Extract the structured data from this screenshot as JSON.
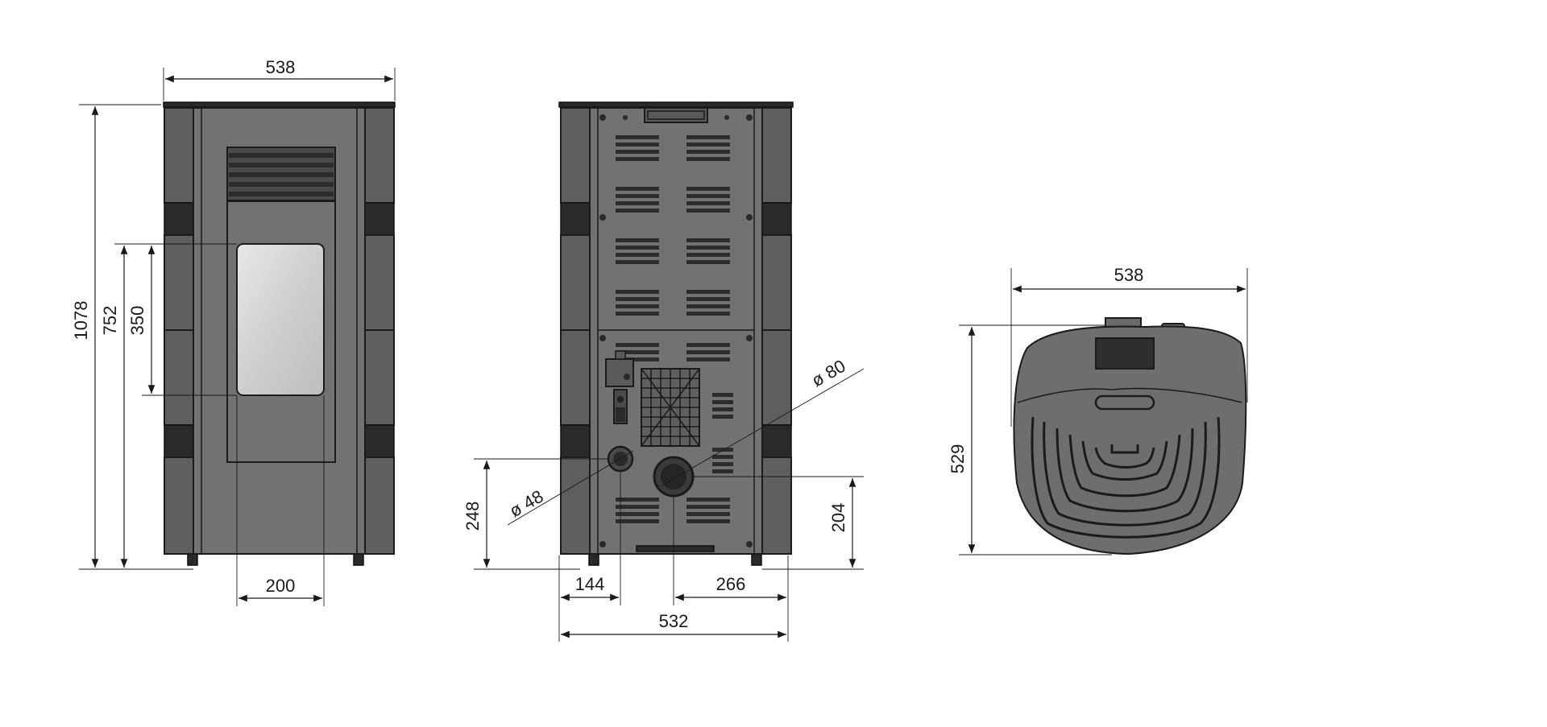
{
  "front_view": {
    "width_label": "538",
    "height_label": "1078",
    "glass_bottom_label": "752",
    "glass_height_label": "350",
    "glass_width_label": "200"
  },
  "back_view": {
    "width_label": "532",
    "left_offset_label": "144",
    "right_offset_label": "266",
    "small_port_height_label": "248",
    "flue_height_label": "204",
    "small_port_diameter_label": "ø 48",
    "flue_diameter_label": "ø 80"
  },
  "top_view": {
    "width_label": "538",
    "depth_label": "529"
  },
  "colors": {
    "body": "#6e6e70",
    "outline": "#1b1b1b",
    "glass": "#d4d4d6"
  }
}
